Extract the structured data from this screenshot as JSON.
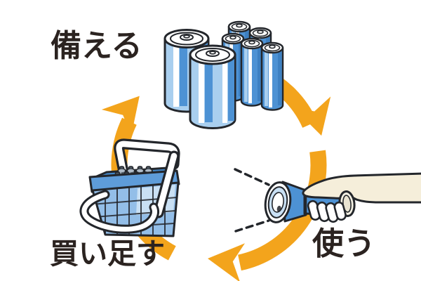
{
  "diagram": {
    "type": "cycle",
    "direction": "clockwise",
    "arrow_segments": 3,
    "steps": [
      {
        "id": "prepare",
        "label": "備える",
        "icon": "battery-stockpile-icon"
      },
      {
        "id": "use",
        "label": "使う",
        "icon": "flashlight-in-hand-icon"
      },
      {
        "id": "restock",
        "label": "買い足す",
        "icon": "shopping-basket-with-batteries-icon"
      }
    ]
  },
  "palette": {
    "orange": "#F3A41C",
    "ink": "#23262B",
    "text": "#2B2320",
    "blue_mid": "#4D92D4",
    "blue_light": "#A9CFEF",
    "blue_pale": "#C9E0F4",
    "blue_dark": "#3D80C2",
    "basket_body": "#93BEE8",
    "basket_rim": "#5E9CD9",
    "basket_inside": "#4286C7",
    "cream": "#F5EEDA",
    "slate": "#4C5761",
    "slate_light": "#AEBAC6",
    "background": "#FFFFFF"
  }
}
